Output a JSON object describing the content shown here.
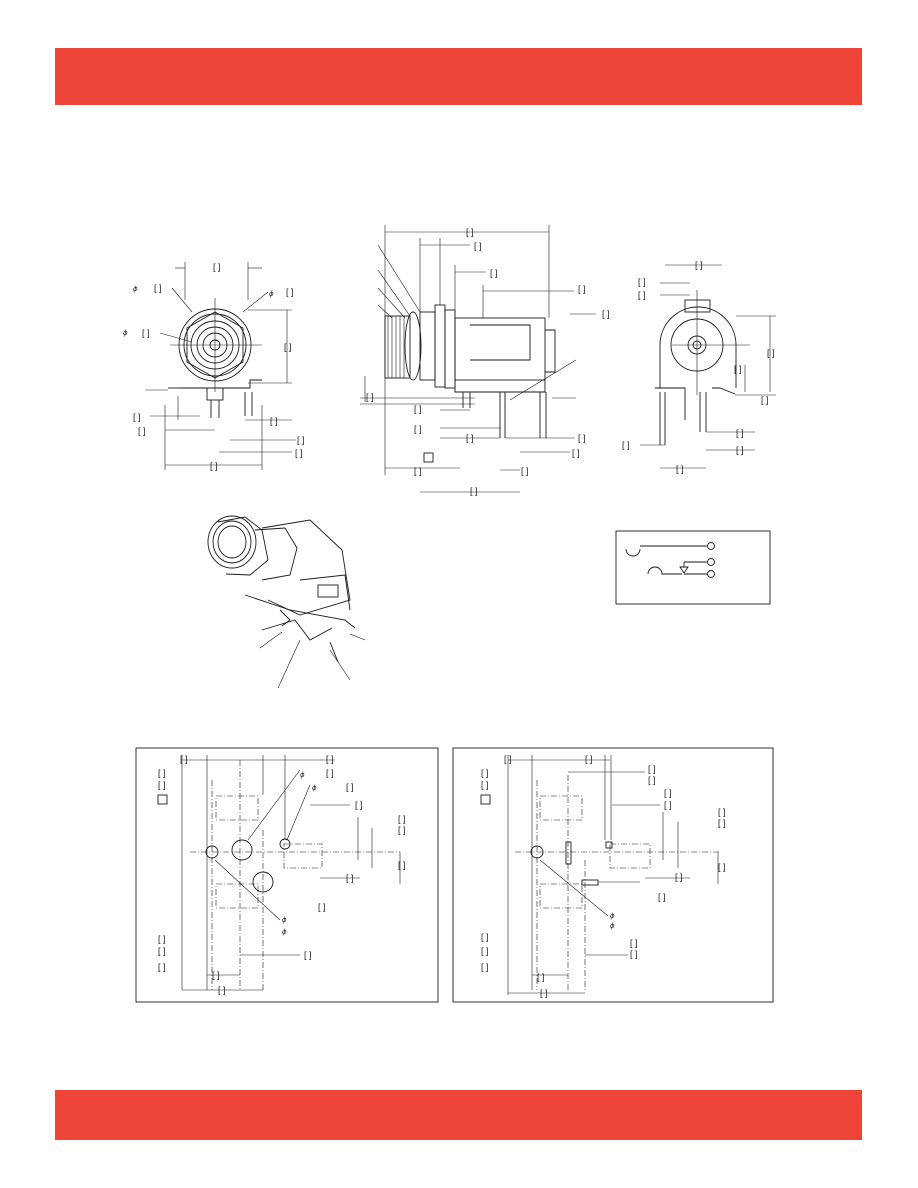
{
  "colors": {
    "band": "#ee4538",
    "ink": "#1a1a1a",
    "paper": "#ffffff"
  },
  "header_band": {
    "text": ""
  },
  "footer_band": {
    "text": ""
  },
  "dim_bracket": "[    ]",
  "diameter_symbol": "ϕ",
  "views": [
    "front-view",
    "side-view",
    "rear-view",
    "isometric-view",
    "schematic",
    "pcb-layout-left",
    "pcb-layout-right"
  ]
}
